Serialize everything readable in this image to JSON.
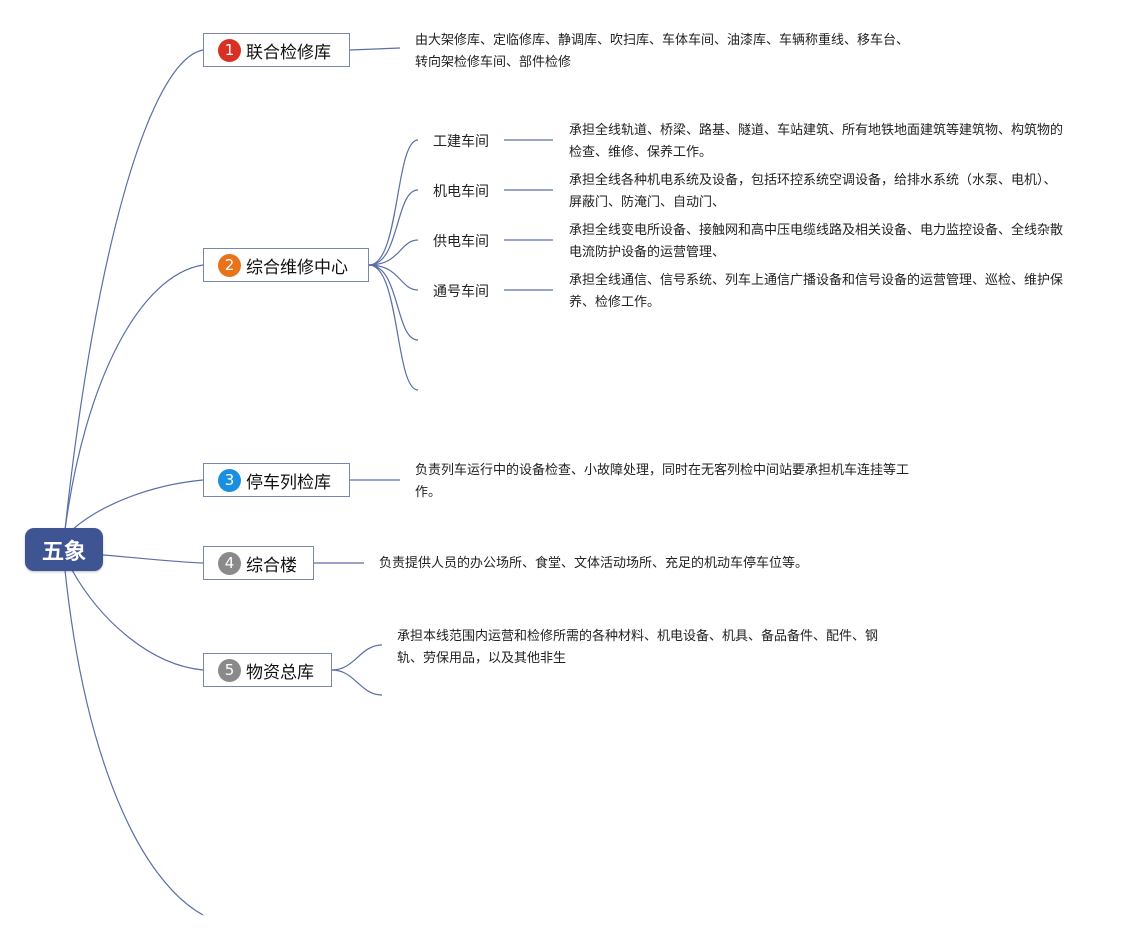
{
  "root": {
    "label": "五象"
  },
  "branches": [
    {
      "num": "1",
      "label": "联合检修库",
      "color": "#d93025",
      "desc": "由大架修库、定临修库、静调库、吹扫库、车体车间、油漆库、车辆称重线、移车台、转向架检修车间、部件检修"
    },
    {
      "num": "2",
      "label": "综合维修中心",
      "color": "#e8731a"
    },
    {
      "num": "3",
      "label": "停车列检库",
      "color": "#1a8fe0",
      "desc": "负责列车运行中的设备检查、小故障处理，同时在无客列检中间站要承担机车连挂等工作。"
    },
    {
      "num": "4",
      "label": "综合楼",
      "color": "#8a8a8a",
      "desc": "负责提供人员的办公场所、食堂、文体活动场所、充足的机动车停车位等。"
    },
    {
      "num": "5",
      "label": "物资总库",
      "color": "#8a8a8a",
      "desc": "承担本线范围内运营和检修所需的各种材料、机电设备、机具、备品备件、配件、钢轨、劳保用品，以及其他非生"
    }
  ],
  "center_units": [
    {
      "label": "工建车间",
      "desc": "承担全线轨道、桥梁、路基、隧道、车站建筑、所有地铁地面建筑等建筑物、构筑物的检查、维修、保养工作。"
    },
    {
      "label": "机电车间",
      "desc": "承担全线各种机电系统及设备，包括环控系统空调设备，给排水系统（水泵、电机）、屏蔽门、防淹门、自动门、"
    },
    {
      "label": "供电车间",
      "desc": "承担全线变电所设备、接触网和高中压电缆线路及相关设备、电力监控设备、全线杂散电流防护设备的运营管理、"
    },
    {
      "label": "通号车间",
      "desc": "承担全线通信、信号系统、列车上通信广播设备和信号设备的运营管理、巡检、维护保养、检修工作。"
    }
  ],
  "colors": {
    "root": "#3f5493",
    "line": "#5b6fa8",
    "node_border": "#7a87ad"
  }
}
